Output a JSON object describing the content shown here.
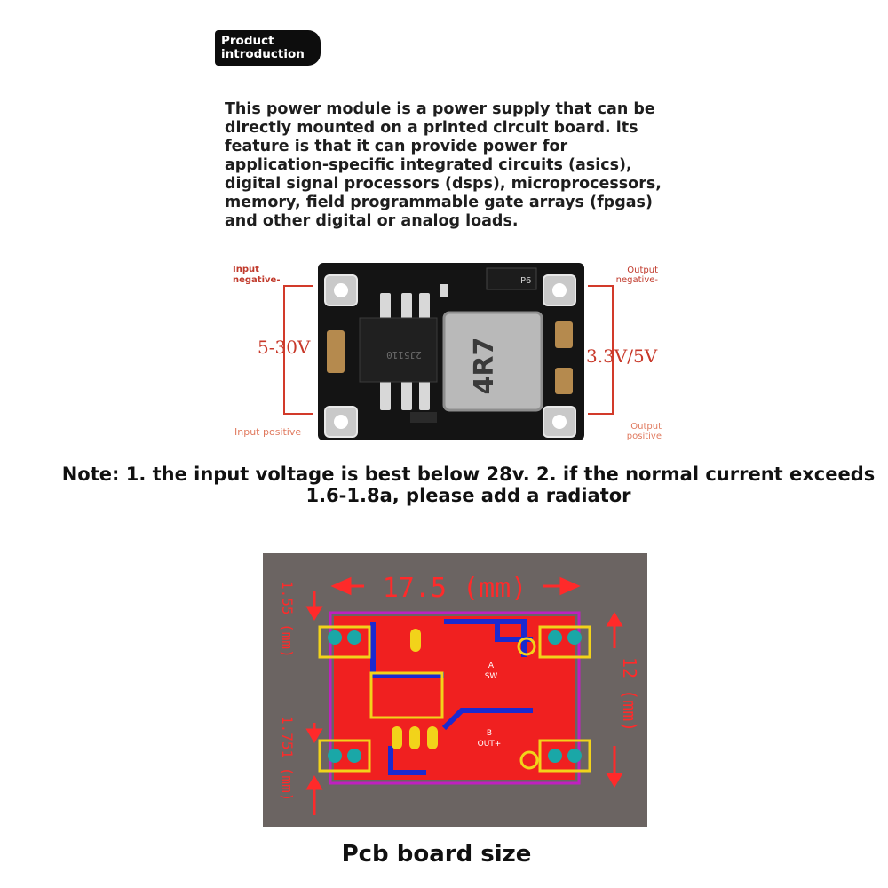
{
  "badge": {
    "line1": "Product",
    "line2": "introduction"
  },
  "intro": {
    "lines": [
      "This power module is a power supply that can be",
      "directly mounted on a printed circuit board. its",
      "feature is that it can provide power for",
      "application-specific integrated circuits (asics),",
      "digital signal processors (dsps), microprocessors,",
      "memory, field programmable gate arrays (fpgas)",
      "and other digital or analog loads."
    ]
  },
  "module_photo": {
    "input_negative_1": "Input",
    "input_negative_2": "negative-",
    "output_negative_1": "Output",
    "output_negative_2": "negative-",
    "input_voltage": "5-30V",
    "output_voltage": "3.3V/5V",
    "input_positive": "Input positive",
    "output_positive_1": "Output",
    "output_positive_2": "positive",
    "inductor_marking": "4R7",
    "ic_marking": "2J5110",
    "chip_marking": "P6"
  },
  "note": {
    "line1": "Note: 1. the input voltage is best below 28v. 2. if the normal current exceeds",
    "line2": "1.6-1.8a, please add a radiator"
  },
  "pcb_drawing": {
    "width_label": "17.5 (mm)",
    "top_margin_label": "1.55 (mm)",
    "bottom_margin_label": "1.751 (mm)",
    "height_label": "12 (mm)",
    "net_a": "A",
    "net_sw": "SW",
    "net_b": "B",
    "net_out": "OUT+"
  },
  "caption": "Pcb board size"
}
